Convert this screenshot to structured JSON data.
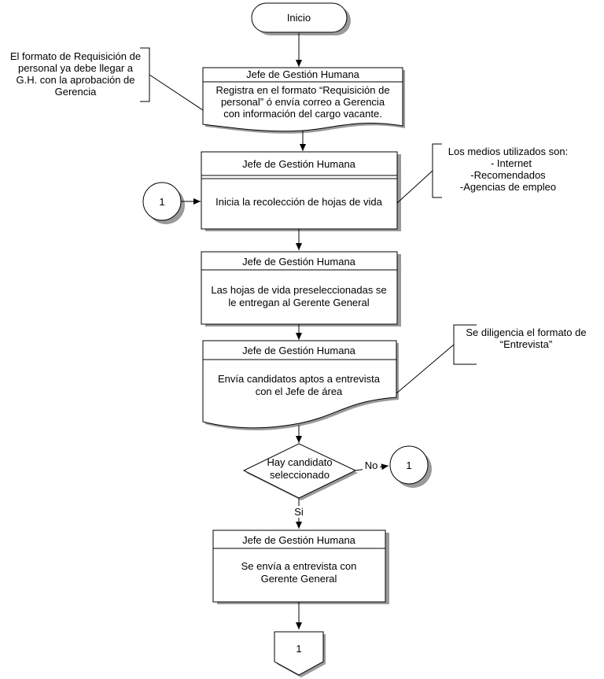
{
  "start": {
    "label": "Inicio"
  },
  "steps": [
    {
      "role": "Jefe de Gestión Humana",
      "lines": [
        "Registra en el formato “Requisición de",
        "personal” ó envía correo a Gerencia",
        "con información del cargo vacante."
      ]
    },
    {
      "role": "Jefe de Gestión Humana",
      "lines": [
        "Inicia la recolección de hojas de vida"
      ]
    },
    {
      "role": "Jefe de Gestión Humana",
      "lines": [
        "Las hojas de vida preseleccionadas se",
        "le entregan al Gerente General"
      ]
    },
    {
      "role": "Jefe de Gestión Humana",
      "lines": [
        "Envía candidatos aptos a entrevista",
        "con el Jefe de área"
      ]
    },
    {
      "role": "Jefe de Gestión Humana",
      "lines": [
        "Se envía a entrevista con",
        "Gerente General"
      ]
    }
  ],
  "decision": {
    "lines": [
      "Hay candidato",
      "seleccionado"
    ],
    "no_label": "No",
    "yes_label": "Si"
  },
  "connectors": {
    "incoming": "1",
    "outgoing": "1",
    "offpage": "1"
  },
  "notes": [
    {
      "lines": [
        "El formato de Requisición de",
        "personal ya debe llegar a",
        "G.H. con la aprobación de",
        "Gerencia"
      ]
    },
    {
      "lines": [
        "Los medios utilizados son:",
        "- Internet",
        "-Recomendados",
        "-Agencias de empleo"
      ]
    },
    {
      "lines": [
        "Se diligencia el formato de",
        "“Entrevista”"
      ]
    }
  ]
}
